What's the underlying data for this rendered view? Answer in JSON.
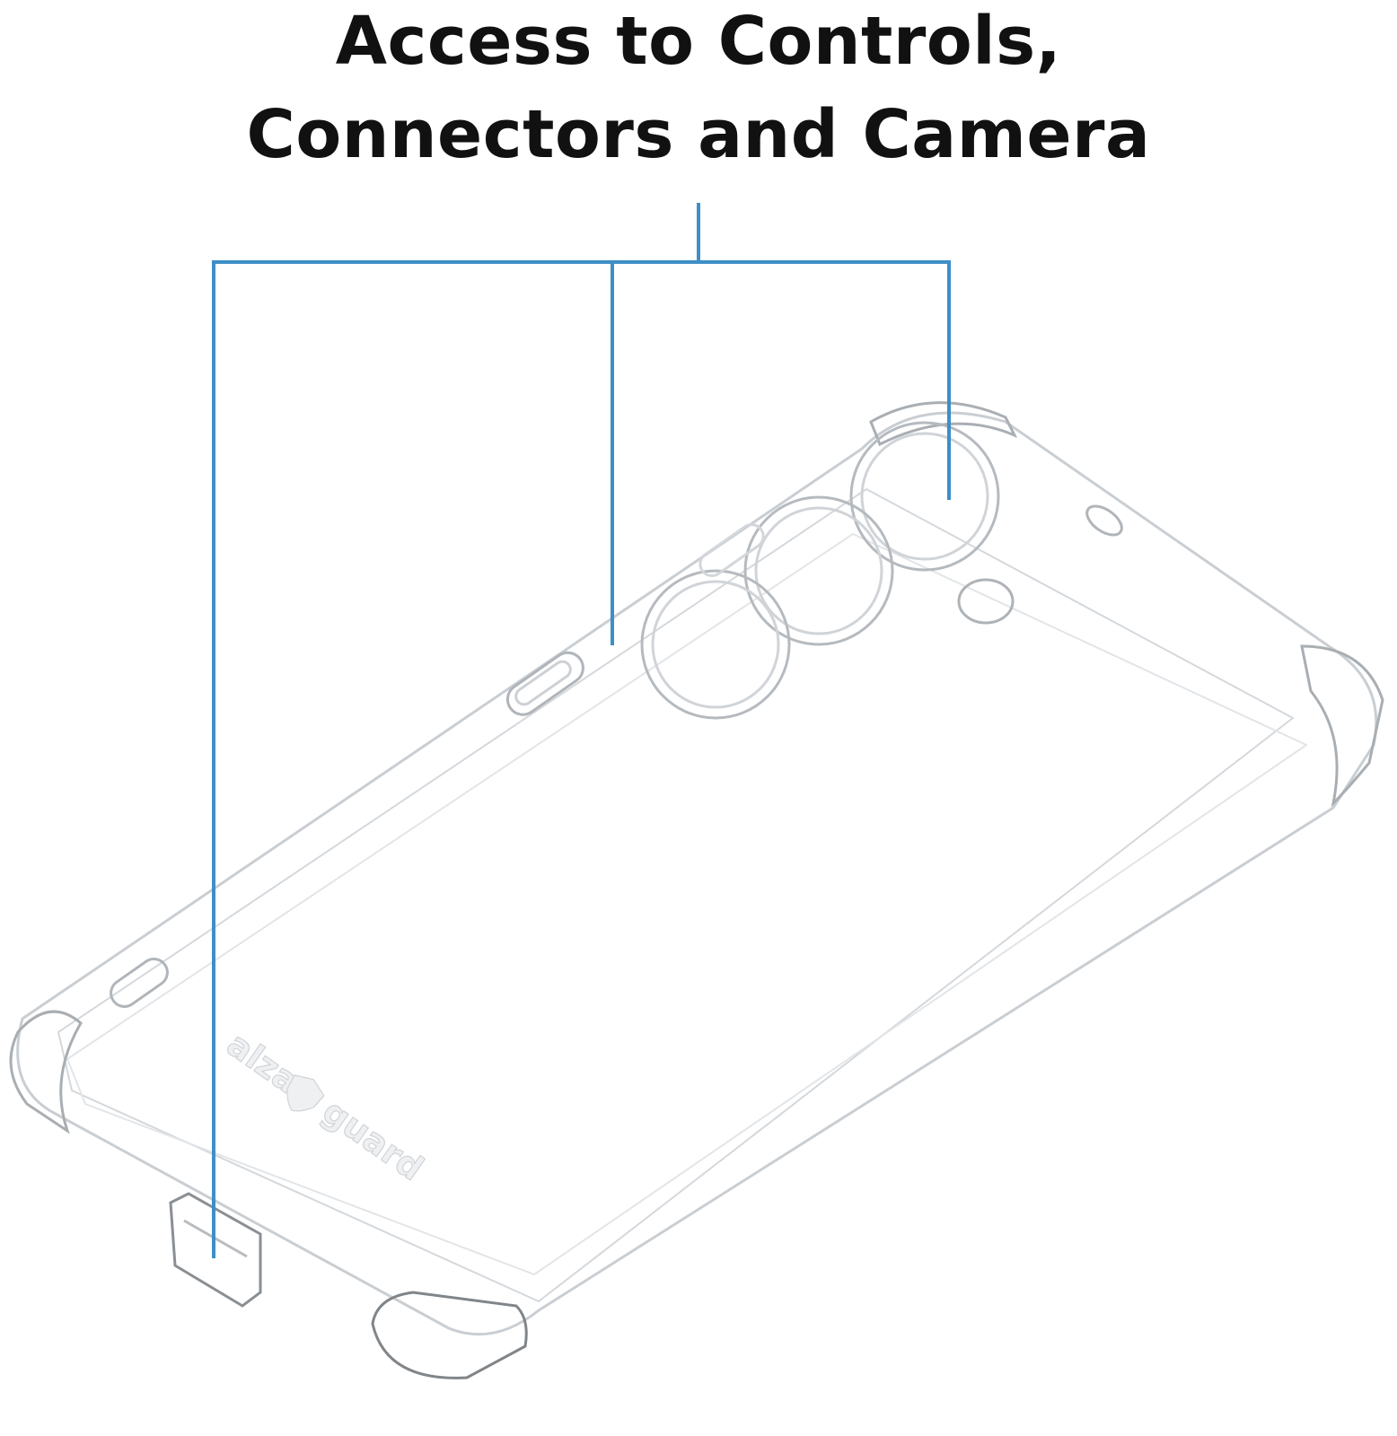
{
  "headline": {
    "line1": "Access to Controls,",
    "line2": "Connectors and Camera"
  },
  "brand": {
    "word1": "alza",
    "word2": "guard"
  },
  "colors": {
    "callout": "#3d8fc6",
    "heading": "#111111",
    "case_edge": "#c9ced3",
    "case_edge_dark": "#9aa0a6",
    "background": "#ffffff"
  },
  "icons": {
    "brand_mark": "shield-icon"
  }
}
